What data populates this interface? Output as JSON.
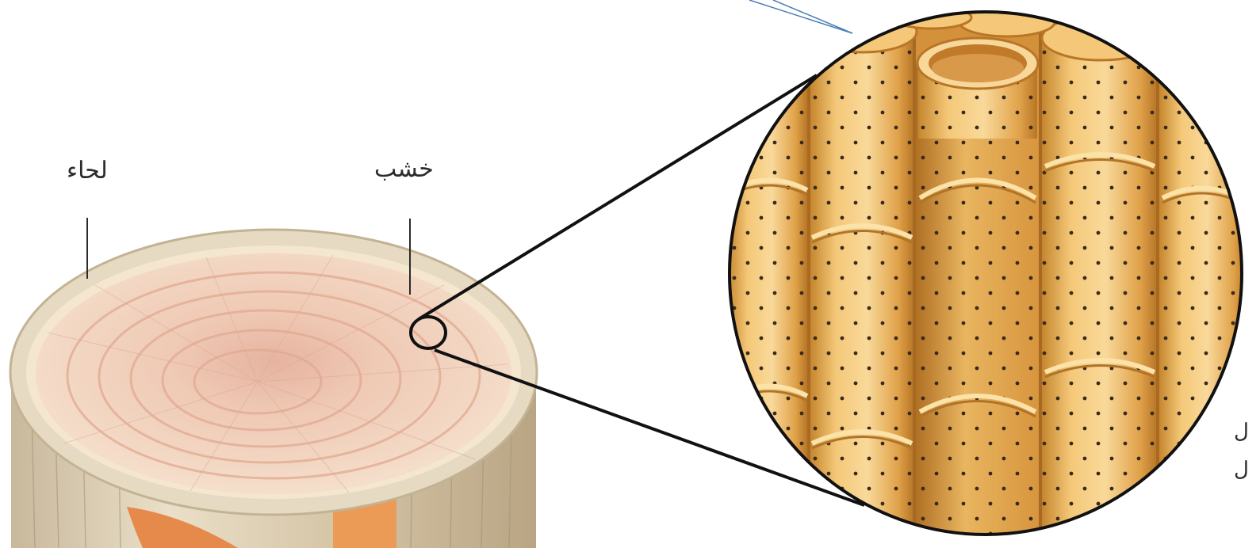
{
  "labels": {
    "phloem": "لحاء",
    "xylem": "خشب",
    "edge_fragment_1": "ل",
    "edge_fragment_2": "ل"
  },
  "colors": {
    "bark": "#e8dcc6",
    "heartwood": "#e9b9a0",
    "sapwood_ring": "#f5e0c2",
    "vessel_fill": "#f2bd6a",
    "vessel_shadow": "#c98a33",
    "pit_dot": "#3a2a1a",
    "outline": "#1a1a1a",
    "pointer_blue": "#4a7fb5"
  },
  "icons": {
    "magnifier": "magnifier-circle-icon",
    "callout_lines": "callout-lines-icon"
  }
}
